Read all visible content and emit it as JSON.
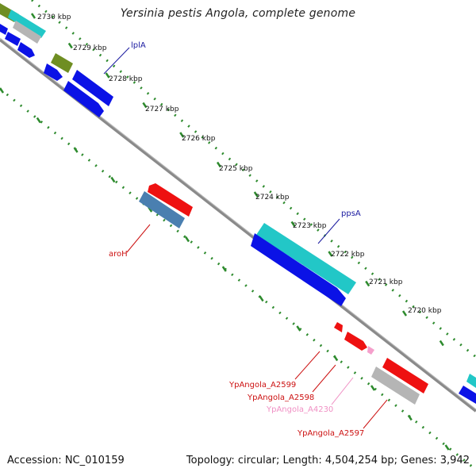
{
  "title": "Yersinia pestis Angola, complete genome",
  "footer": {
    "accession": "Accession: NC_010159",
    "topology": "Topology: circular; Length: 4,504,254 bp; Genes: 3,942"
  },
  "colors": {
    "backbone": "#888888",
    "ticks": "#2e8b2e",
    "blue": "#0b12e6",
    "cyan": "#22c7c7",
    "red": "#ee1111",
    "steel": "#4a7fb0",
    "olive": "#6f8e22",
    "grey": "#b5b5b5",
    "pink": "#f5a0cc"
  },
  "scale": {
    "ticks_kbp": [
      "2730 kbp",
      "2729 kbp",
      "2728 kbp",
      "2727 kbp",
      "2726 kbp",
      "2725 kbp",
      "2724 kbp",
      "2723 kbp",
      "2722 kbp",
      "2721 kbp",
      "2720 kbp"
    ]
  },
  "gene_labels": [
    {
      "name": "lplA",
      "color": "#1a1aa0"
    },
    {
      "name": "ppsA",
      "color": "#1a1aa0"
    },
    {
      "name": "aroH",
      "color": "#cc1111"
    },
    {
      "name": "YpAngola_A2599",
      "color": "#cc1111"
    },
    {
      "name": "YpAngola_A2598",
      "color": "#cc1111"
    },
    {
      "name": "YpAngola_A4230",
      "color": "#f090c4"
    },
    {
      "name": "YpAngola_A2597",
      "color": "#cc1111"
    }
  ]
}
